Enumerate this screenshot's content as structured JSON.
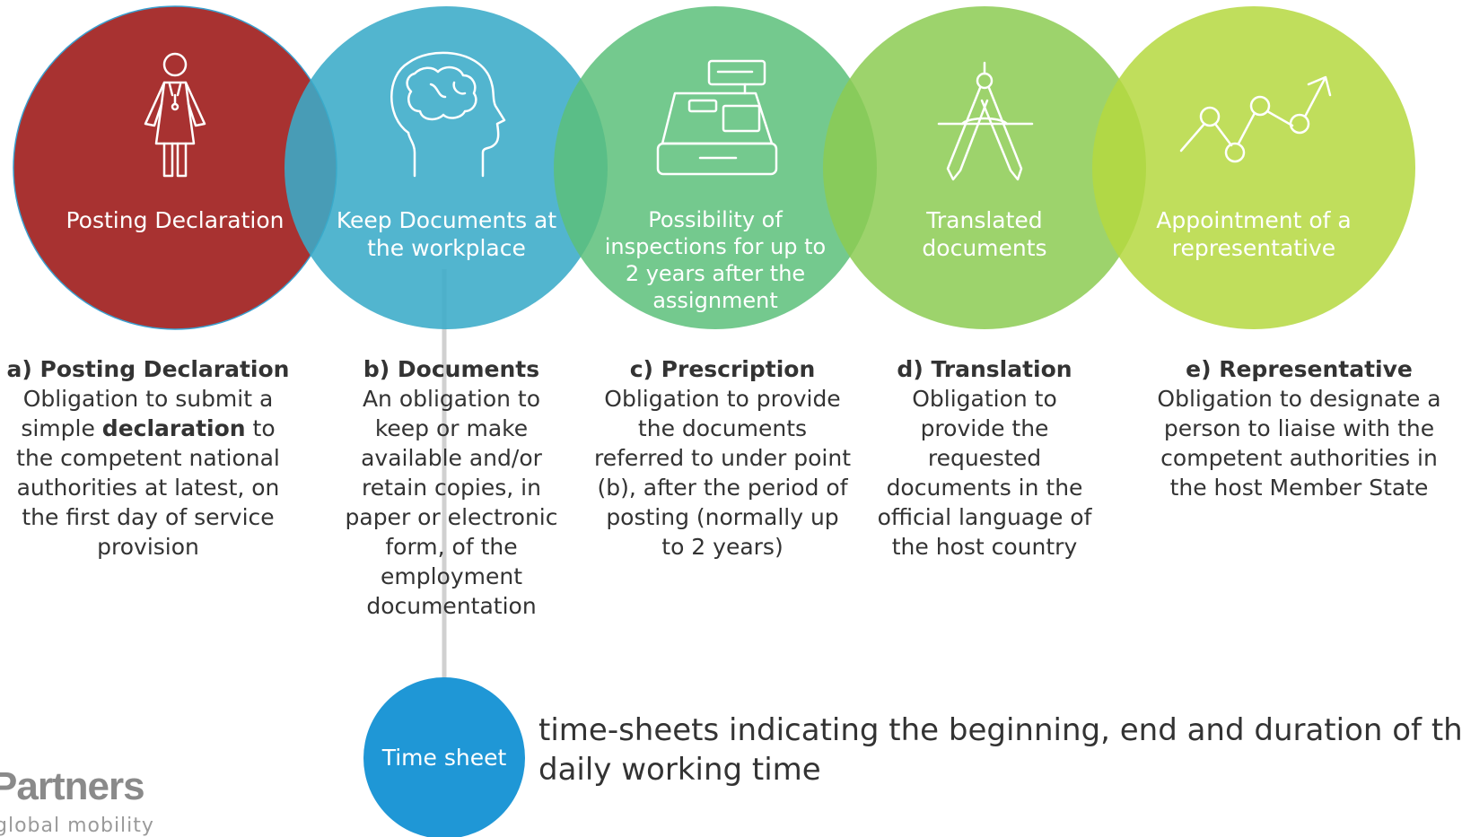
{
  "circles": [
    {
      "label": "Posting Declaration",
      "color": "#A83231",
      "icon": "doctor-icon"
    },
    {
      "label": "Keep Documents at\nthe workplace",
      "color": "#3AABC8",
      "icon": "head-brain-icon"
    },
    {
      "label": "Possibility of\ninspections for up to\n2 years after the\nassignment",
      "color": "#5CC07A",
      "icon": "cash-register-icon"
    },
    {
      "label": "Translated\ndocuments",
      "color": "#8CCB52",
      "icon": "compass-drawing-icon"
    },
    {
      "label": "Appointment of a\nrepresentative",
      "color": "#B5D840",
      "icon": "trend-chart-icon"
    }
  ],
  "descriptions": [
    {
      "heading": "a) Posting Declaration",
      "body_pre": "Obligation to submit a simple ",
      "body_bold": "declaration",
      "body_post": " to the competent national authorities at latest, on the first day of service provision"
    },
    {
      "heading": "b) Documents",
      "body": "An obligation to keep or make available and/or retain copies, in paper or electronic form, of the employment documentation"
    },
    {
      "heading": "c) Prescription",
      "body": "Obligation to provide the documents referred to under point (b), after the period of posting (normally up to 2 years)"
    },
    {
      "heading": "d) Translation",
      "body": "Obligation to provide the requested documents in the official language of the host country"
    },
    {
      "heading": "e) Representative",
      "body": "Obligation to designate a person to liaise with the competent authorities in the host Member State"
    }
  ],
  "timesheet": {
    "label": "Time sheet",
    "text": "time-sheets indicating the beginning, end and duration of the daily working time",
    "color": "#1F97D6"
  },
  "logo": {
    "name": "Partners",
    "tagline": "global mobility"
  }
}
